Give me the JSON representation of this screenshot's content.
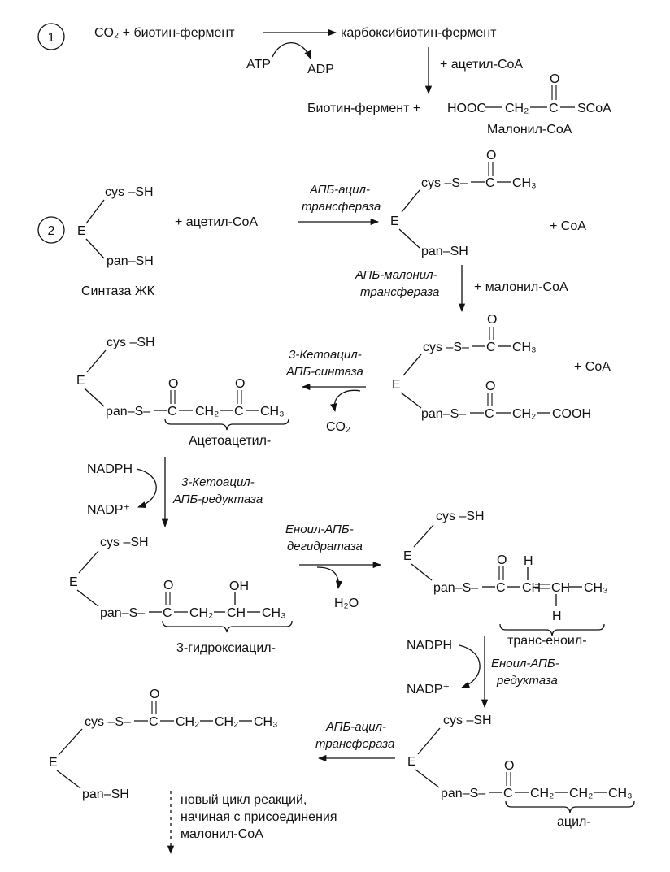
{
  "step1": {
    "number": "1",
    "co2_plus_biotin": "CO₂ + биотин-фермент",
    "atp": "ATP",
    "adp": "ADP",
    "carboxybiotin": "карбоксибиотин-фермент",
    "plus_acetyl_coa": "+ ацетил-CoA",
    "biotin_enzyme_plus": "Биотин-фермент +",
    "hooc": "HOOC",
    "ch2": "CH₂",
    "c": "C",
    "o": "O",
    "scoa": "SCoA",
    "malonyl_coa": "Малонил-CoA"
  },
  "step2": {
    "number": "2",
    "cys_sh": "cys –SH",
    "e": "E",
    "pan_sh": "pan–SH",
    "fa_synthase": "Синтаза ЖК",
    "plus_acetyl_coa": "+ ацетил-CoA",
    "enzyme_apb_acyl_transferase_1": "АПБ-ацил-",
    "enzyme_apb_acyl_transferase_2": "трансфераза",
    "cys_s": "cys –S–",
    "ch3": "CH₃",
    "plus_coa": "+ CoA",
    "enzyme_apb_malonyl_1": "АПБ-малонил-",
    "enzyme_apb_malonyl_2": "трансфераза",
    "plus_malonyl_coa": "+ малонил-CoA"
  },
  "step3": {
    "enzyme_ketoacyl_synthase_1": "3-Кетоацил-",
    "enzyme_ketoacyl_synthase_2": "АПБ-синтаза",
    "co2": "CO₂",
    "pan_s": "pan–S–",
    "ch2": "CH₂",
    "cooh": "COOH",
    "acetoacetyl": "Ацетоацетил-",
    "plus_coa": "+ CoA"
  },
  "step4": {
    "nadph": "NADPH",
    "nadp": "NADP⁺",
    "enzyme_ketoacyl_reductase_1": "3-Кетоацил-",
    "enzyme_ketoacyl_reductase_2": "АПБ-редуктаза",
    "oh": "OH",
    "ch": "CH",
    "hydroxyacyl": "3-гидроксиацил-"
  },
  "step5": {
    "enzyme_enoyl_dehydratase_1": "Еноил-АПБ-",
    "enzyme_enoyl_dehydratase_2": "дегидратаза",
    "h2o": "H₂O",
    "h": "H",
    "trans_enoyl": "транс-еноил-"
  },
  "step6": {
    "enzyme_enoyl_reductase_1": "Еноил-АПБ-",
    "enzyme_enoyl_reductase_2": "редуктаза",
    "acyl": "ацил-",
    "enzyme_apb_acyl_transferase_1": "АПБ-ацил-",
    "enzyme_apb_acyl_transferase_2": "трансфераза",
    "new_cycle_1": "новый цикл реакций,",
    "new_cycle_2": "начиная с присоединения",
    "new_cycle_3": "малонил-CoA"
  }
}
